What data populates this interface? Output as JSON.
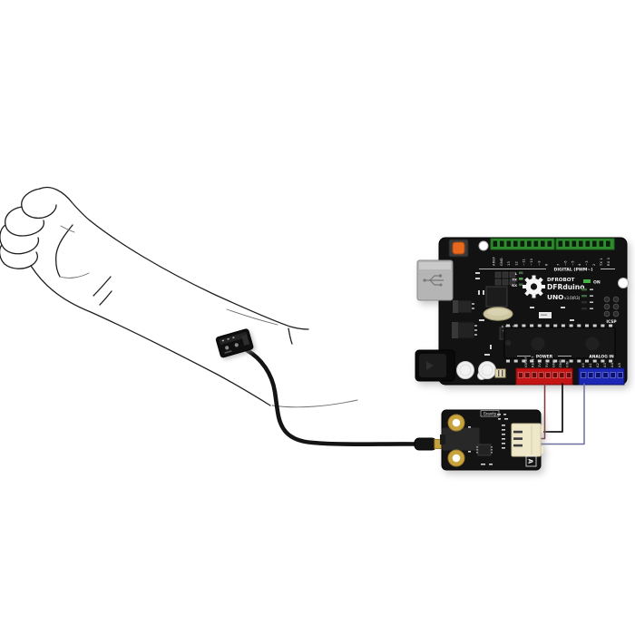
{
  "arduino": {
    "brand": "DFROBOT",
    "board": "DFRduino",
    "model": "UNO",
    "version": "v3.0(R3)",
    "section_labels": {
      "digital": "DIGITAL (PWM~)",
      "power": "POWER",
      "analog": "ANALOG IN",
      "icsp": "ICSP",
      "power_on": "ON",
      "led_l": "L",
      "led_tx": "TX",
      "led_rx": "RX"
    },
    "digital_pins": [
      "AREF",
      "GND",
      "13",
      "12",
      "~11",
      "~10",
      "~9",
      "8",
      "7",
      "~6",
      "~5",
      "4",
      "~3",
      "2",
      "TX 1",
      "RX 0"
    ],
    "power_pins": [
      "IOREF",
      "RESET",
      "3V3",
      "5V",
      "GND",
      "GND",
      "VIN"
    ],
    "analog_pins": [
      "A0",
      "A1",
      "A2",
      "A3",
      "A4",
      "A5"
    ],
    "colors": {
      "pcb": "#121212",
      "digital_header": "#2e8b2e",
      "power_header": "#c41414",
      "analog_header": "#1d27b5",
      "reset_button": "#e8691e"
    }
  },
  "sensor_module": {
    "brand_label": "Gravity",
    "corner_marking": "A",
    "colors": {
      "pcb": "#131313",
      "connector": "#efe7ca",
      "mount_ring": "#c9a43c"
    }
  },
  "wiring": {
    "wires": [
      {
        "name": "power-wire",
        "arduino_pin": "5V",
        "color": "#7e3636"
      },
      {
        "name": "ground-wire",
        "arduino_pin": "GND",
        "color": "#181818"
      },
      {
        "name": "signal-wire",
        "arduino_pin": "A0",
        "color": "#6a6f9b"
      }
    ]
  }
}
